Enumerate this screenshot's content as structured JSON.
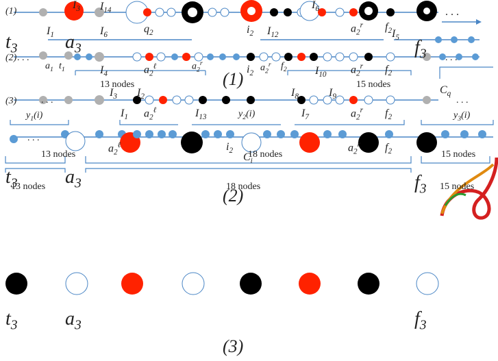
{
  "colors": {
    "black": "#000000",
    "red": "#ff2200",
    "white": "#ffffff",
    "blue": "#5b9bd5",
    "gray": "#b0b0b0",
    "line": "#4a86c5"
  },
  "panels": {
    "p1": "(1)",
    "p2": "(2)",
    "p3": "(3)"
  },
  "rows": {
    "r1": "(1)",
    "r2": "(2)",
    "r3": "(3)"
  },
  "labels": {
    "I1": "I",
    "I1s": "1",
    "I3": "I",
    "I3s": "3",
    "I14": "I",
    "I14s": "14",
    "I6": "I",
    "I6s": "6",
    "q2": "q",
    "q2s": "2",
    "I2": "I",
    "I2s": "2",
    "I4": "I",
    "I4s": "4",
    "I12": "I",
    "I12s": "12",
    "I5": "I",
    "I5s": "5",
    "I10": "I",
    "I10s": "10",
    "I13": "I",
    "I13s": "13",
    "I7": "I",
    "I7s": "7",
    "I8": "I",
    "I8s": "8",
    "I9": "I",
    "I9s": "9",
    "a2l": "a",
    "a2ls": "2",
    "a2lsup": "ℓ",
    "a2r": "a",
    "a2rs": "2",
    "a2rsup": "r",
    "f2": "f",
    "f2s": "2",
    "i2": "i",
    "i2s": "2",
    "a1": "a",
    "a1s": "1",
    "t1": "t",
    "t1s": "1",
    "y1": "y",
    "y1s": "1",
    "y1arg": "(i)",
    "y2": "y",
    "y2s": "2",
    "y2arg": "(i)",
    "y3": "y",
    "y3s": "3",
    "y3arg": "(i)",
    "Cq": "C",
    "Cqs": "q",
    "Ci": "C",
    "Cis": "i",
    "t3": "t",
    "t3s": "3",
    "a3": "a",
    "a3s": "3",
    "f3": "f",
    "f3s": "3",
    "dots": ". . ."
  },
  "counts": {
    "n13a": "13 nodes",
    "n15a": "15 nodes",
    "n13b": "13 nodes",
    "n18a": "18 nodes",
    "n15b": "15 nodes",
    "n13c": "13 nodes",
    "n18b": "18 nodes",
    "n15c": "15 nodes"
  },
  "bottom_nodes": [
    "black",
    "white",
    "red",
    "white",
    "black",
    "red",
    "black",
    "white"
  ]
}
